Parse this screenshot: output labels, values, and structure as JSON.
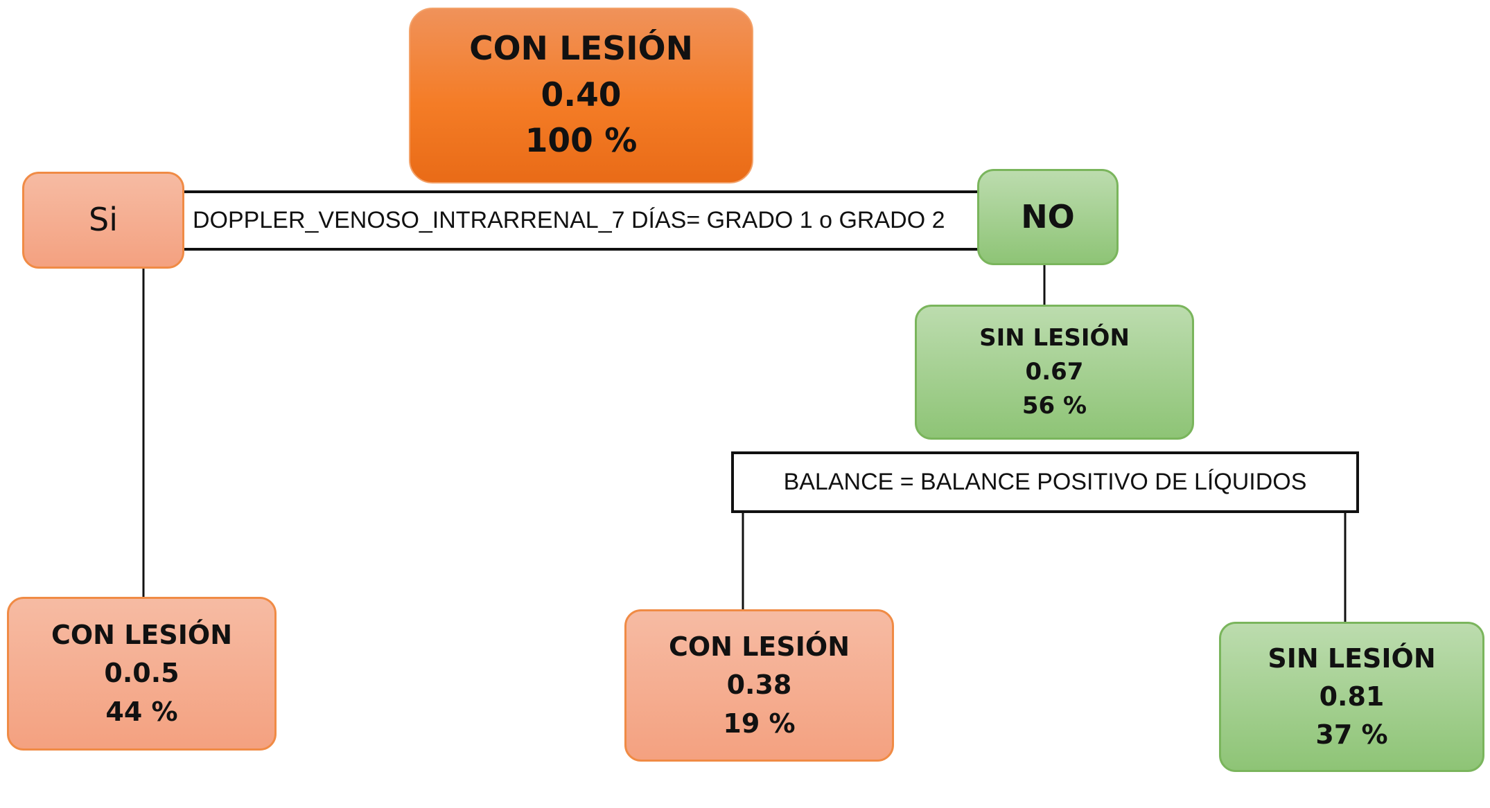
{
  "root": {
    "class_label": "CON LESIÓN",
    "probability": "0.40",
    "percent": "100 %",
    "color": "#f47c26"
  },
  "split_1": {
    "rule": "DOPPLER_VENOSO_INTRARRENAL_7 DÍAS= GRADO 1 o GRADO 2",
    "yes_label": "Si",
    "no_label": "NO"
  },
  "left_leaf": {
    "class_label": "CON LESIÓN",
    "probability": "0.0.5",
    "percent": "44 %",
    "color": "#f4a180"
  },
  "right_node": {
    "class_label": "SIN LESIÓN",
    "probability": "0.67",
    "percent": "56 %",
    "color": "#8ec476"
  },
  "split_2": {
    "rule": "BALANCE = BALANCE POSITIVO DE LÍQUIDOS"
  },
  "mid_leaf": {
    "class_label": "CON LESIÓN",
    "probability": "0.38",
    "percent": "19 %",
    "color": "#f4a180"
  },
  "right_leaf": {
    "class_label": "SIN LESIÓN",
    "probability": "0.81",
    "percent": "37 %",
    "color": "#8ec476"
  }
}
